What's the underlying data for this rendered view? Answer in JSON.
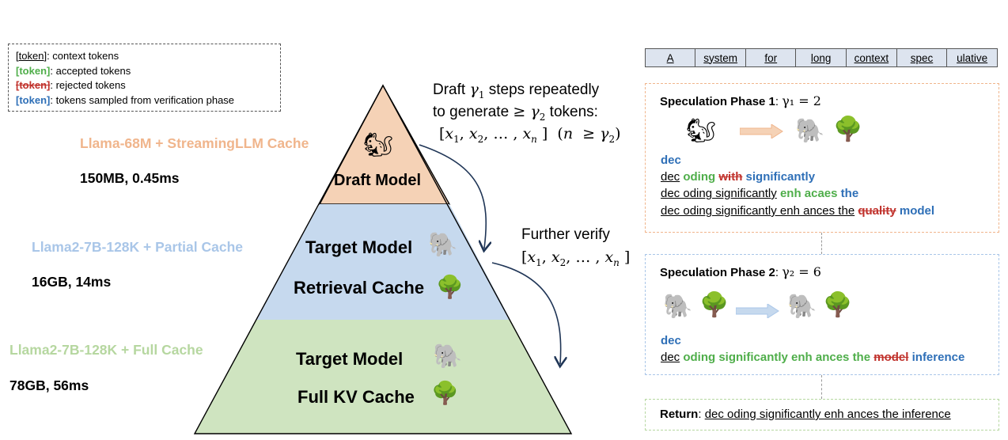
{
  "legend": {
    "context": {
      "token": "token",
      "desc": ": context tokens"
    },
    "accepted": {
      "token": "token",
      "desc": ": accepted tokens"
    },
    "rejected": {
      "token": "token",
      "desc": ": rejected tokens"
    },
    "sampled": {
      "token": "token",
      "desc": ": tokens sampled from verification phase"
    }
  },
  "tiers": [
    {
      "name": "Llama-68M + StreamingLLM Cache",
      "stats": "150MB, 0.45ms",
      "color": "#f0b58c"
    },
    {
      "name": "Llama2-7B-128K + Partial Cache",
      "stats": "16GB, 14ms",
      "color": "#a9c6e8"
    },
    {
      "name": "Llama2-7B-128K + Full Cache",
      "stats": "78GB, 56ms",
      "color": "#b6d7a0"
    }
  ],
  "pyramid": {
    "top_label": "Draft Model",
    "mid_model": "Target Model",
    "mid_cache": "Retrieval Cache",
    "bottom_model": "Target Model",
    "bottom_cache": "Full KV Cache",
    "colors": {
      "top": "#f5d2b6",
      "mid": "#c6d9ee",
      "bottom": "#cfe4c0"
    }
  },
  "annotations": {
    "draft_line1": "Draft",
    "draft_line1b": "steps repeatedly",
    "draft_line2": "to generate",
    "draft_line2b": "tokens:",
    "verify_line1": "Further verify"
  },
  "token_row": [
    "A",
    "system",
    "for",
    "long",
    "context",
    "spec",
    "ulative"
  ],
  "phase1": {
    "title": "Speculation Phase 1",
    "gamma": "γ₁ = 2",
    "l1": "dec",
    "l2": {
      "ctx": "dec",
      "acc": "oding",
      "rej": "with",
      "samp": "significantly"
    },
    "l3": {
      "ctx": "dec oding significantly",
      "acc": "enh acaes",
      "samp": "the"
    },
    "l4": {
      "ctx": "dec oding significantly enh ances the",
      "rej": "quality",
      "samp": "model"
    },
    "border": "#f0b58c"
  },
  "phase2": {
    "title": "Speculation Phase 2",
    "gamma": "γ₂ = 6",
    "l1": "dec",
    "l2": {
      "ctx": "dec",
      "acc": "oding significantly enh ances the",
      "rej": "model",
      "samp": "inference"
    },
    "border": "#a9c6e8"
  },
  "result": {
    "label": "Return",
    "text": "dec oding significantly enh ances the inference",
    "border": "#b6d7a0"
  }
}
